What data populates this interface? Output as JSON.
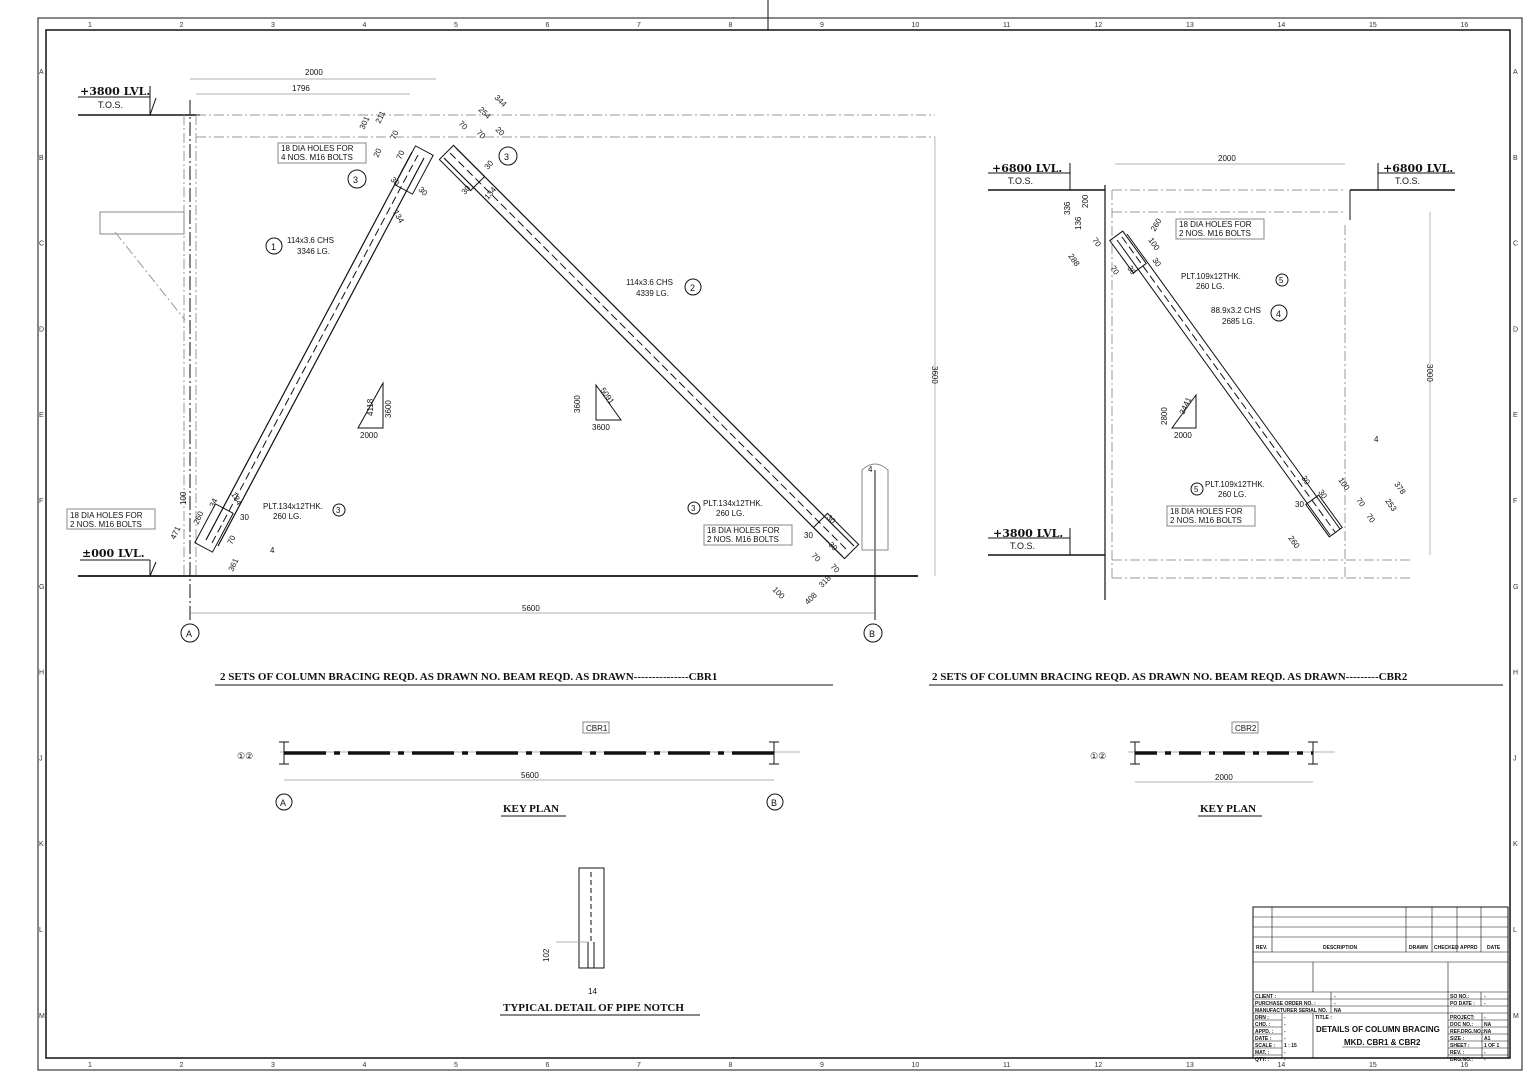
{
  "grid": {
    "columns": [
      "1",
      "2",
      "3",
      "4",
      "5",
      "6",
      "7",
      "8",
      "9",
      "10",
      "11",
      "12",
      "13",
      "14",
      "15",
      "16"
    ],
    "rows": [
      "A",
      "B",
      "C",
      "D",
      "E",
      "F",
      "G",
      "H",
      "J",
      "K",
      "L",
      "M"
    ]
  },
  "cbr1": {
    "level_top": "+3800  LVL.",
    "level_top_sub": "T.O.S.",
    "level_bottom": "±000  LVL.",
    "dim_2000": "2000",
    "dim_1796": "1796",
    "dim_5600": "5600",
    "dim_3600": "3600",
    "top_dims": [
      "301",
      "211",
      "70",
      "20",
      "70",
      "344",
      "254",
      "70",
      "70",
      "20",
      "30",
      "30",
      "30",
      "30",
      "134",
      "134"
    ],
    "bottom_left_dims": [
      "100",
      "471",
      "260",
      "30",
      "34",
      "134",
      "70",
      "361"
    ],
    "bottom_right_dims": [
      "30",
      "30",
      "30",
      "70",
      "70",
      "100",
      "408",
      "318"
    ],
    "holes_top": [
      "18 DIA HOLES FOR",
      "4 NOS. M16 BOLTS"
    ],
    "holes_left": [
      "18 DIA HOLES FOR",
      "2 NOS. M16 BOLTS"
    ],
    "holes_right": [
      "18 DIA HOLES FOR",
      "2 NOS. M16 BOLTS"
    ],
    "member1": {
      "mark": "1",
      "size": "114x3.6  CHS",
      "length": "3346  LG."
    },
    "member2": {
      "mark": "2",
      "size": "114x3.6  CHS",
      "length": "4339  LG."
    },
    "plate_left": {
      "mark": "3",
      "size": "PLT.134x12THK.",
      "length": "260  LG."
    },
    "plate_right": {
      "mark": "3",
      "size": "PLT.134x12THK.",
      "length": "260  LG."
    },
    "plate_top_marks": [
      "3",
      "3"
    ],
    "slope1": {
      "hyp": "4118",
      "rise": "3600",
      "run": "2000"
    },
    "slope2": {
      "rise": "3600",
      "hyp": "5091",
      "run": "3600"
    },
    "weld": "4",
    "grid_a": "A",
    "grid_b": "B",
    "note": "2  SETS  OF  COLUMN  BRACING  REQD.  AS  DRAWN  NO.  BEAM  REQD.  AS  DRAWN---------------CBR1"
  },
  "cbr2": {
    "level_top_left": "+6800  LVL.",
    "level_top_right": "+6800  LVL.",
    "level_top_sub": "T.O.S.",
    "level_bottom": "+3800  LVL.",
    "level_bottom_sub": "T.O.S.",
    "dim_2000": "2000",
    "dim_3000": "3000",
    "top_dims": [
      "336",
      "200",
      "136",
      "260",
      "100",
      "70",
      "288",
      "70",
      "30",
      "30"
    ],
    "bottom_dims": [
      "30",
      "30",
      "100",
      "70",
      "378",
      "253",
      "70",
      "30",
      "260"
    ],
    "holes_top": [
      "18 DIA HOLES FOR",
      "2 NOS. M16 BOLTS"
    ],
    "holes_bottom": [
      "18 DIA HOLES FOR",
      "2 NOS. M16 BOLTS"
    ],
    "plate_top": {
      "mark": "5",
      "size": "PLT.109x12THK.",
      "length": "260  LG."
    },
    "plate_bottom": {
      "mark": "5",
      "size": "PLT.109x12THK.",
      "length": "260  LG."
    },
    "member4": {
      "mark": "4",
      "size": "88.9x3.2  CHS",
      "length": "2685  LG."
    },
    "slope": {
      "rise": "2800",
      "hyp": "3441",
      "run": "2000"
    },
    "weld": "4",
    "note": "2  SETS  OF  COLUMN  BRACING  REQD.  AS  DRAWN  NO.  BEAM  REQD.  AS  DRAWN---------CBR2"
  },
  "key_plan_1": {
    "marks": "①②",
    "tag": "CBR1",
    "dim": "5600",
    "grid_a": "A",
    "grid_b": "B",
    "title": "KEY  PLAN"
  },
  "key_plan_2": {
    "marks": "①②",
    "tag": "CBR2",
    "dim": "2000",
    "title": "KEY  PLAN"
  },
  "pipe_notch": {
    "dim_102": "102",
    "dim_14": "14",
    "title": "TYPICAL  DETAIL  OF  PIPE  NOTCH"
  },
  "title_block": {
    "rev_headers": [
      "REV.",
      "DESCRIPTION",
      "DRAWN",
      "CHECKED",
      "APPRD",
      "DATE"
    ],
    "client": "CLIENT :",
    "client_val": "-",
    "po": "PURCHASE ORDER NO. :",
    "po_val": "-",
    "mfg": "MANUFACTURER SERIAL NO.",
    "mfg_val": "NA",
    "so_no": "SO NO.:",
    "so_val": "-",
    "po_date": "PO DATE :",
    "po_date_val": "-",
    "left_fields": [
      {
        "label": "DRN :",
        "value": "-"
      },
      {
        "label": "CHD. :",
        "value": "-"
      },
      {
        "label": "APPD. :",
        "value": "-"
      },
      {
        "label": "DATE :",
        "value": "-"
      },
      {
        "label": "SCALE :",
        "value": "1 : 15"
      },
      {
        "label": "MAT. :",
        "value": "-"
      },
      {
        "label": "QTY. :",
        "value": "-"
      }
    ],
    "title_label": "TITLE :",
    "title_line1": "DETAILS OF COLUMN BRACING",
    "title_line2": "MKD. CBR1 & CBR2",
    "right_fields": [
      {
        "label": "PROJECT:",
        "value": "-"
      },
      {
        "label": "DOC NO.:",
        "value": "NA"
      },
      {
        "label": "REF.DRG.NO.:",
        "value": "NA"
      },
      {
        "label": "SIZE :",
        "value": "A1"
      },
      {
        "label": "SHEET :",
        "value": "1 OF 1"
      },
      {
        "label": "REV. :",
        "value": "-"
      },
      {
        "label": "DRG.NO.:",
        "value": "-"
      }
    ]
  }
}
